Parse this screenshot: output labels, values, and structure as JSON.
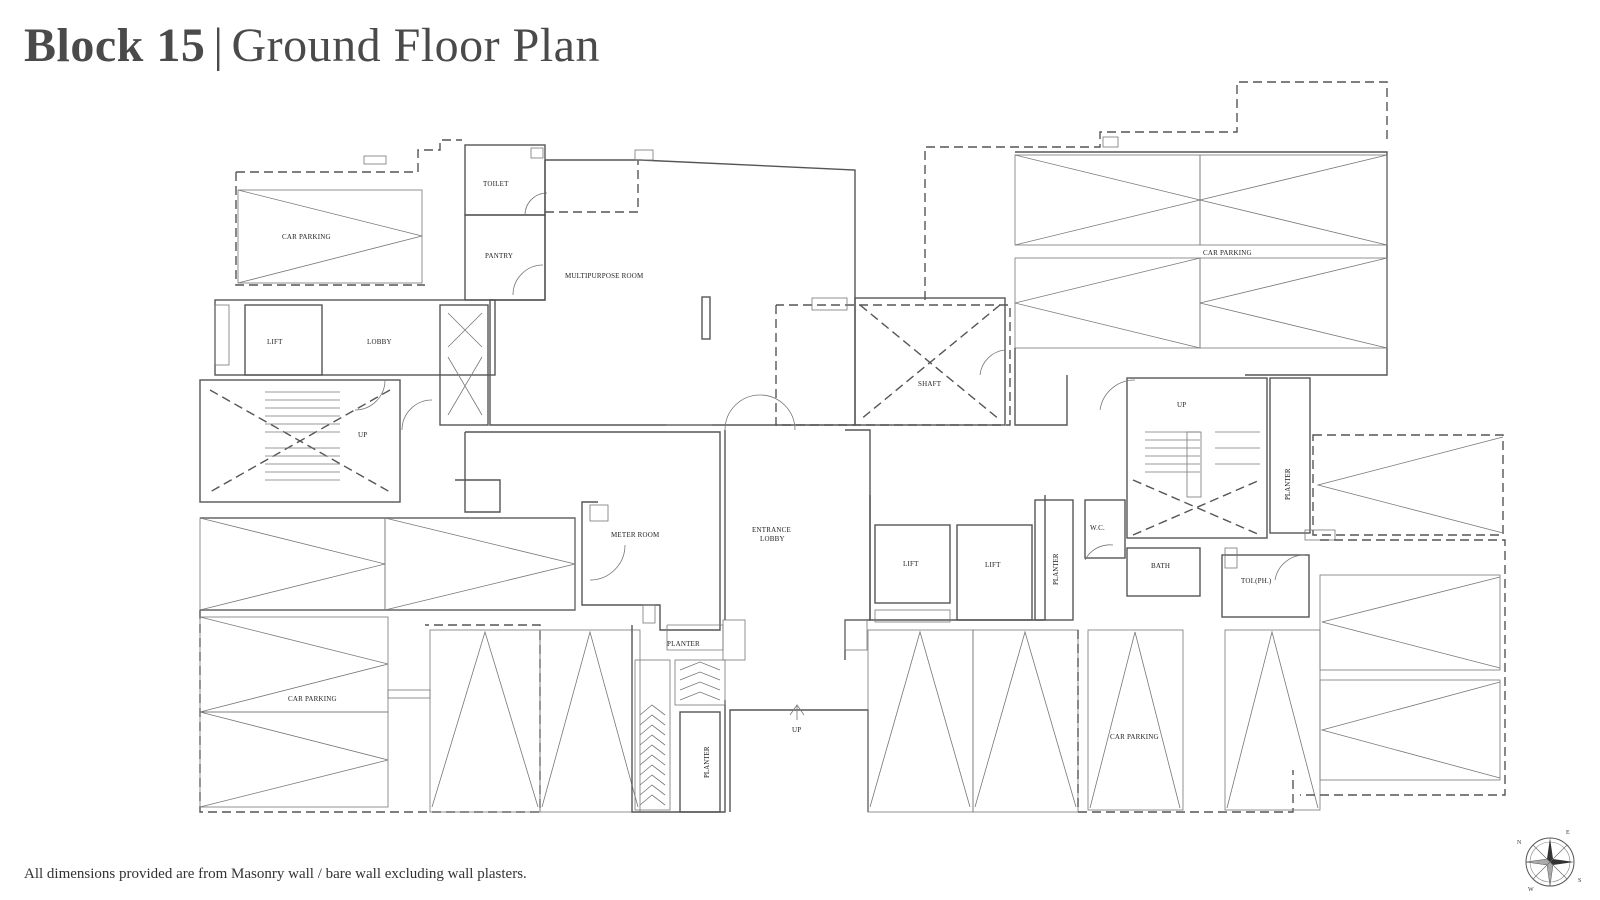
{
  "title": {
    "bold": "Block 15",
    "separator": "|",
    "rest": "Ground Floor Plan"
  },
  "footnote": "All dimensions provided are from Masonry wall / bare wall excluding wall plasters.",
  "labels": {
    "car_parking_top_left": "CAR PARKING",
    "toilet": "TOILET",
    "pantry": "PANTRY",
    "multipurpose_room": "MULTIPURPOSE ROOM",
    "lift_left": "LIFT",
    "lobby": "LOBBY",
    "up_left_stair": "UP",
    "shaft": "SHAFT",
    "car_parking_top_right": "CAR PARKING",
    "up_right_stair": "UP",
    "planter_right_vertical": "PLANTER",
    "meter_room": "METER ROOM",
    "entrance_lobby_line1": "ENTRANCE",
    "entrance_lobby_line2": "LOBBY",
    "lift_center_1": "LIFT",
    "lift_center_2": "LIFT",
    "planter_center_vertical": "PLANTER",
    "wc": "W.C.",
    "bath": "BATH",
    "toi_ph": "TOI.(PH.)",
    "planter_bottom": "PLANTER",
    "planter_bottom_vertical": "PLANTER",
    "up_bottom": "UP",
    "car_parking_bottom_left": "CAR PARKING",
    "car_parking_bottom_right": "CAR PARKING"
  },
  "compass": {
    "n": "N",
    "e": "E",
    "s": "S",
    "w": "W"
  }
}
